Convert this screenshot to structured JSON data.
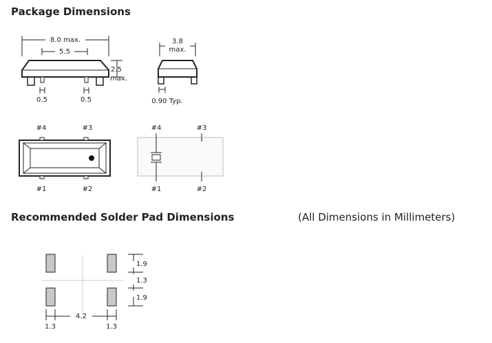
{
  "package_dimensions": {
    "title": "Package Dimensions",
    "side_view": {
      "overall_length": "8.0 max.",
      "pad_spacing": "5.5",
      "height_value": "2.5",
      "height_suffix": "max.",
      "pad_left_width": "0.5",
      "pad_right_width": "0.5"
    },
    "end_view": {
      "width_value": "3.8",
      "width_suffix": "max.",
      "pad_width": "0.90 Typ."
    },
    "top_view_pins": {
      "pin4": "#4",
      "pin3": "#3",
      "pin1": "#1",
      "pin2": "#2"
    },
    "schematic_pins": {
      "pin4": "#4",
      "pin3": "#3",
      "pin1": "#1",
      "pin2": "#2"
    }
  },
  "solder_pad": {
    "title": "Recommended Solder Pad Dimensions",
    "units_note": "(All Dimensions in Millimeters)",
    "pad_height_top": "1.9",
    "gap": "1.3",
    "pad_height_bottom": "1.9",
    "center_spacing": "4.2",
    "pad_width_left": "1.3",
    "pad_width_right": "1.3",
    "pad_color": "#c8c8c8"
  }
}
